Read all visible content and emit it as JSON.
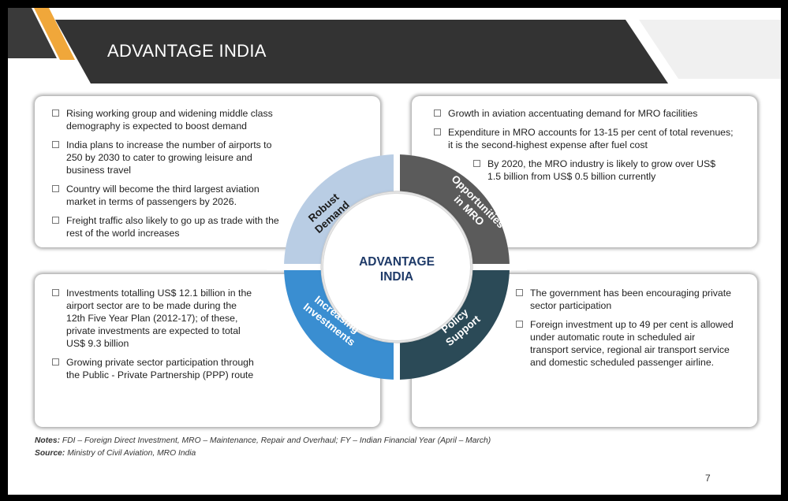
{
  "header": {
    "title": "ADVANTAGE INDIA"
  },
  "center": {
    "line1": "ADVANTAGE",
    "line2": "INDIA"
  },
  "quadrants": {
    "robust_demand": {
      "label_line1": "Robust",
      "label_line2": "Demand",
      "color": "#b9cde4"
    },
    "opportunities": {
      "label_line1": "Opportunities",
      "label_line2": "in MRO",
      "color": "#5b5b5b"
    },
    "investments": {
      "label_line1": "Increasing",
      "label_line2": "Investments",
      "color": "#3a8ed1"
    },
    "policy": {
      "label_line1": "Policy",
      "label_line2": "Support",
      "color": "#2b4a57"
    }
  },
  "cards": {
    "top_left": [
      "Rising working group and widening middle class demography is expected to boost demand",
      "India plans to increase the number of airports to 250 by 2030 to cater to growing leisure and business travel",
      "Country will become the third largest aviation market in terms of passengers by 2026.",
      "Freight traffic also likely to go up as trade with the rest of the world increases"
    ],
    "top_right": [
      "Growth in aviation accentuating demand for MRO facilities",
      "Expenditure in MRO accounts for 13-15 per cent of total revenues; it is the second-highest expense after fuel cost"
    ],
    "top_right_sub": [
      "By 2020, the MRO industry is likely to grow over US$ 1.5 billion from US$ 0.5 billion currently"
    ],
    "bottom_left": [
      "Investments totalling US$ 12.1 billion in the airport sector are to be made during the 12th Five Year Plan (2012-17); of these, private investments are expected to total US$ 9.3 billion",
      "Growing private sector participation through the Public - Private Partnership (PPP) route"
    ],
    "bottom_right": [
      "The government has been encouraging private sector participation",
      "Foreign investment up to 49 per cent is allowed under automatic route in scheduled air transport service, regional air transport service and domestic scheduled passenger airline."
    ]
  },
  "footer": {
    "notes_label": "Notes:",
    "notes_text": " FDI – Foreign Direct Investment, MRO – Maintenance, Repair and Overhaul; FY – Indian Financial Year (April – March)",
    "source_label": "Source:",
    "source_text": " Ministry of Civil Aviation, MRO India",
    "page_number": "7"
  }
}
